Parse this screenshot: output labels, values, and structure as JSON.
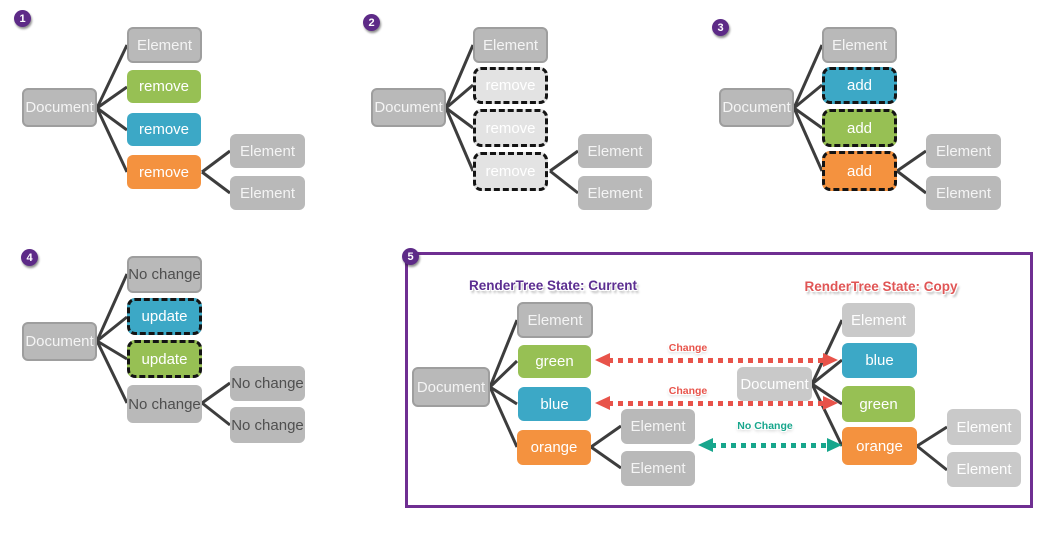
{
  "sections": [
    {
      "badge": "1",
      "root": "Document",
      "children": [
        {
          "label": "Element"
        },
        {
          "label": "remove"
        },
        {
          "label": "remove"
        },
        {
          "label": "remove"
        }
      ],
      "leaves": [
        {
          "label": "Element"
        },
        {
          "label": "Element"
        }
      ]
    },
    {
      "badge": "2",
      "root": "Document",
      "children": [
        {
          "label": "Element"
        },
        {
          "label": "remove"
        },
        {
          "label": "remove"
        },
        {
          "label": "remove"
        }
      ],
      "leaves": [
        {
          "label": "Element"
        },
        {
          "label": "Element"
        }
      ]
    },
    {
      "badge": "3",
      "root": "Document",
      "children": [
        {
          "label": "Element"
        },
        {
          "label": "add"
        },
        {
          "label": "add"
        },
        {
          "label": "add"
        }
      ],
      "leaves": [
        {
          "label": "Element"
        },
        {
          "label": "Element"
        }
      ]
    },
    {
      "badge": "4",
      "root": "Document",
      "children": [
        {
          "label": "No change"
        },
        {
          "label": "update"
        },
        {
          "label": "update"
        },
        {
          "label": "No change"
        }
      ],
      "leaves": [
        {
          "label": "No change"
        },
        {
          "label": "No change"
        }
      ]
    }
  ],
  "panel": {
    "badge": "5",
    "current_title": "RenderTree State: Current",
    "copy_title": "RenderTree State: Copy",
    "current": {
      "root": "Document",
      "children": [
        {
          "label": "Element"
        },
        {
          "label": "green"
        },
        {
          "label": "blue"
        },
        {
          "label": "orange"
        }
      ],
      "leaves": [
        {
          "label": "Element"
        },
        {
          "label": "Element"
        }
      ]
    },
    "copy": {
      "root": "Document",
      "children": [
        {
          "label": "Element"
        },
        {
          "label": "blue"
        },
        {
          "label": "green"
        },
        {
          "label": "orange"
        }
      ],
      "leaves": [
        {
          "label": "Element"
        },
        {
          "label": "Element"
        }
      ]
    },
    "arrows": [
      {
        "label": "Change"
      },
      {
        "label": "Change"
      },
      {
        "label": "No Change"
      }
    ]
  },
  "colors": {
    "gray": "#b9b9b9",
    "gray_border": "#9e9e9e",
    "gray_faded": "#c9c9c9",
    "gray_dashed_fill": "#e3e3e3",
    "green": "#97c054",
    "blue": "#3ca8c6",
    "orange": "#f4923f",
    "line": "#3d3d3d",
    "dash": "#141414",
    "badge": "#5d2a87",
    "panel_border": "#6f2f92",
    "title_current": "#5c2e91",
    "title_copy": "#e05555",
    "arrow_red": "#e8534a",
    "arrow_teal": "#17a68c",
    "box_text": "#f4f4f4",
    "nochange_text": "#4f4f4f"
  }
}
